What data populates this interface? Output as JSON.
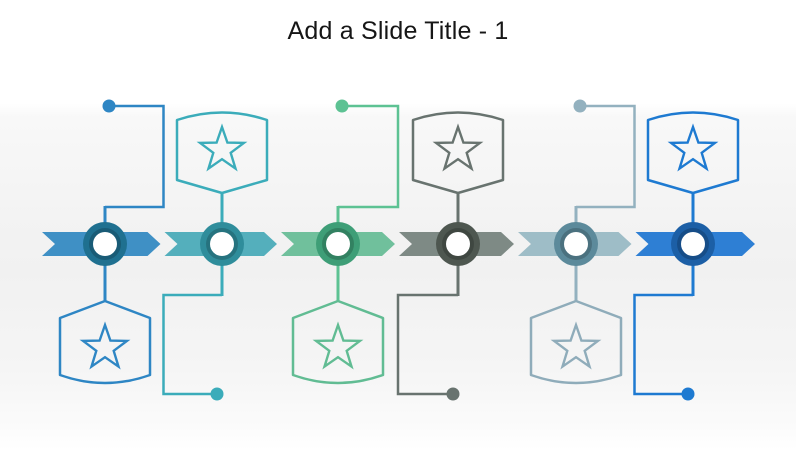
{
  "slide": {
    "title": "Add a Slide Title - 1",
    "background_top": "#ffffff",
    "background_band": "#f2f2f2"
  },
  "diagram": {
    "type": "process-timeline",
    "step_count": 6,
    "items": [
      {
        "id": 1,
        "icon": "star-icon",
        "badge_side": "bottom",
        "colors": {
          "arrow": "#3F90C5",
          "ring": "#1F7090",
          "connector": "#2E86C4",
          "badge": "#2E86C4"
        }
      },
      {
        "id": 2,
        "icon": "star-icon",
        "badge_side": "top",
        "colors": {
          "arrow": "#54AFBC",
          "ring": "#2F8D9B",
          "connector": "#3BACBA",
          "badge": "#3BACBA"
        }
      },
      {
        "id": 3,
        "icon": "star-icon",
        "badge_side": "bottom",
        "colors": {
          "arrow": "#70C09C",
          "ring": "#3E9E77",
          "connector": "#5DC293",
          "badge": "#61BC93"
        }
      },
      {
        "id": 4,
        "icon": "star-icon",
        "badge_side": "top",
        "colors": {
          "arrow": "#7E8A85",
          "ring": "#4E5750",
          "connector": "#68736F",
          "badge": "#68736F"
        }
      },
      {
        "id": 5,
        "icon": "star-icon",
        "badge_side": "bottom",
        "colors": {
          "arrow": "#9EBDC7",
          "ring": "#5C8A9B",
          "connector": "#93B1BF",
          "badge": "#8FACBA"
        }
      },
      {
        "id": 6,
        "icon": "star-icon",
        "badge_side": "top",
        "colors": {
          "arrow": "#2E7FD4",
          "ring": "#1C5FA6",
          "connector": "#1E7AD1",
          "badge": "#1E7AD1"
        }
      }
    ]
  }
}
